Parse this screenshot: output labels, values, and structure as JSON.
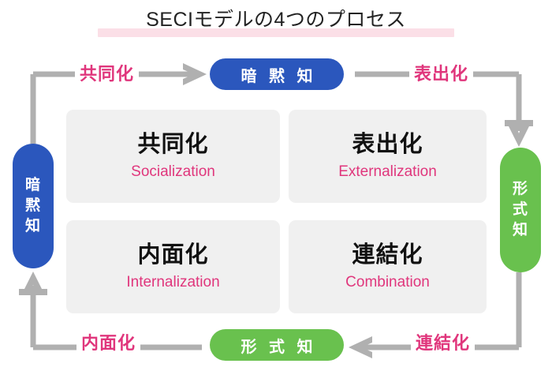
{
  "header": {
    "title": "SECIモデルの4つのプロセス",
    "underline_color": "#fbdfe7"
  },
  "colors": {
    "tacit_blue": "#2b57bd",
    "explicit_green": "#69c14e",
    "accent_pink": "#e0367c",
    "box_gray": "#f0f0f0",
    "wire_gray": "#b0b0b0"
  },
  "nodes": {
    "top_pill": {
      "label": "暗 黙 知",
      "color": "#2b57bd"
    },
    "bottom_pill": {
      "label": "形 式 知",
      "color": "#69c14e"
    },
    "left_pill": {
      "chars": [
        "暗",
        "黙",
        "知"
      ],
      "color": "#2b57bd"
    },
    "right_pill": {
      "chars": [
        "形",
        "式",
        "知"
      ],
      "color": "#69c14e"
    }
  },
  "quadrants": [
    {
      "ja": "共同化",
      "en": "Socialization"
    },
    {
      "ja": "表出化",
      "en": "Externalization"
    },
    {
      "ja": "内面化",
      "en": "Internalization"
    },
    {
      "ja": "連結化",
      "en": "Combination"
    }
  ],
  "flow_labels": {
    "socialization": "共同化",
    "externalization": "表出化",
    "internalization": "内面化",
    "combination": "連結化"
  },
  "chart_data": {
    "type": "diagram",
    "title": "SECIモデルの4つのプロセス",
    "layout": "cycle",
    "axes": {
      "top": "暗黙知",
      "bottom": "形式知",
      "left": "暗黙知",
      "right": "形式知"
    },
    "cells": [
      {
        "position": "top-left",
        "ja": "共同化",
        "en": "Socialization",
        "from": "暗黙知",
        "to": "暗黙知"
      },
      {
        "position": "top-right",
        "ja": "表出化",
        "en": "Externalization",
        "from": "暗黙知",
        "to": "形式知"
      },
      {
        "position": "bottom-left",
        "ja": "内面化",
        "en": "Internalization",
        "from": "形式知",
        "to": "暗黙知"
      },
      {
        "position": "bottom-right",
        "ja": "連結化",
        "en": "Combination",
        "from": "形式知",
        "to": "形式知"
      }
    ],
    "flow_order": [
      "共同化",
      "表出化",
      "連結化",
      "内面化"
    ],
    "flow_direction": "clockwise"
  }
}
